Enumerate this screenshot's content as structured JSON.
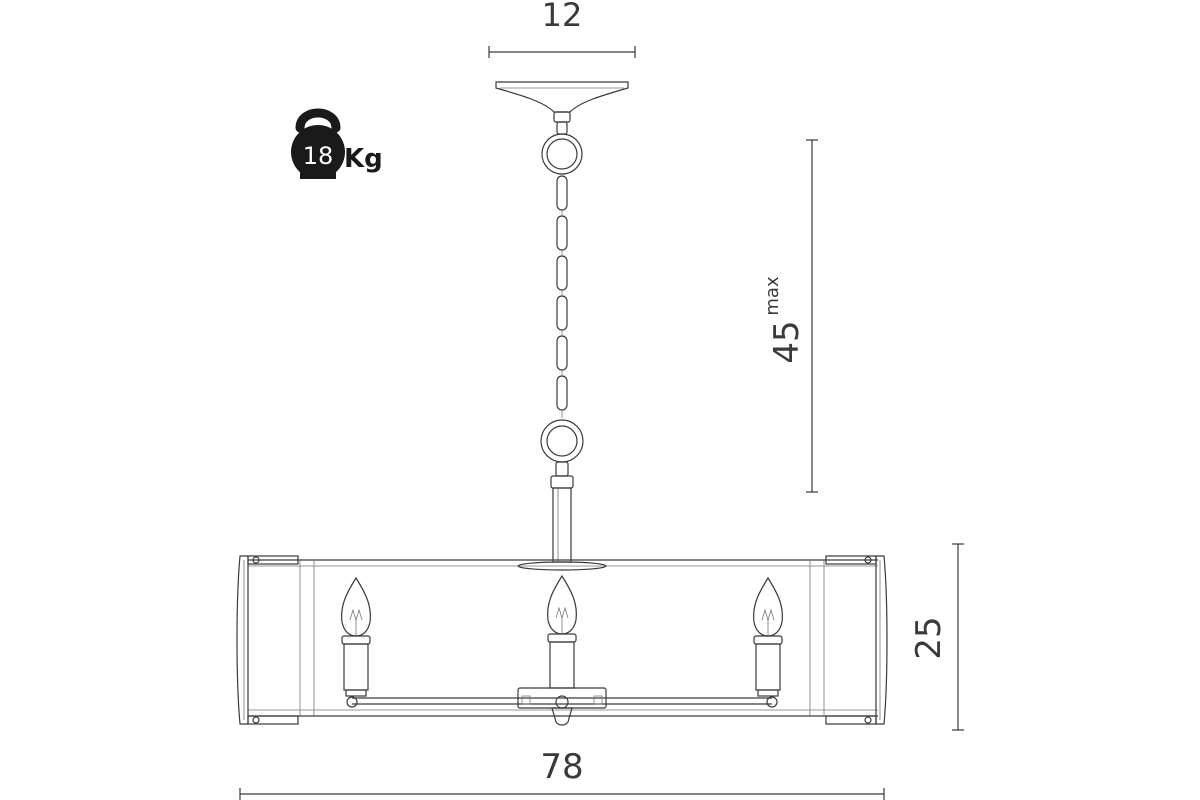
{
  "dimensions": {
    "canopy_width": "12",
    "drop_height": "45",
    "drop_height_suffix": "max",
    "body_height": "25",
    "body_width": "78"
  },
  "weight": {
    "value": "18",
    "unit": "Kg",
    "icon": "kettlebell-icon"
  },
  "colors": {
    "line": "#3a3a3a",
    "weight_icon": "#1a1a1a"
  }
}
